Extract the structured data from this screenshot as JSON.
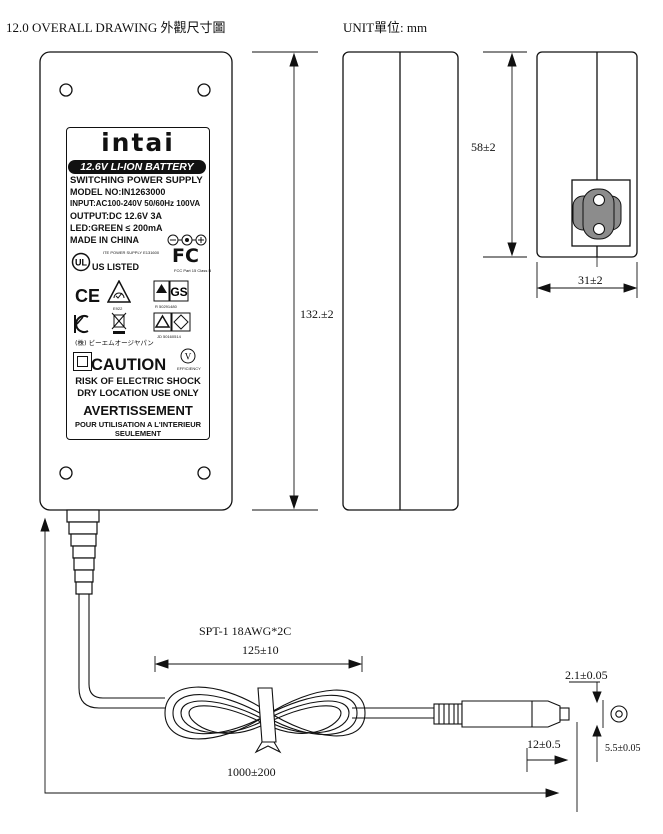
{
  "header": {
    "title": "12.0  OVERALL DRAWING 外觀尺寸圖",
    "unit": "UNIT單位: mm"
  },
  "label": {
    "brand": "intai",
    "battery_banner": "12.6V LI-ION BATTERY",
    "product_type": "SWITCHING POWER SUPPLY",
    "model": "MODEL NO:IN1263000",
    "input": "INPUT:AC100-240V 50/60Hz 100VA",
    "output": "OUTPUT:DC 12.6V 3A",
    "led": "LED:GREEN ≤ 200mA",
    "origin": "MADE IN CHINA",
    "ul_mark": "US LISTED",
    "ul_text": "ITE POWER SUPPLY E131600",
    "fcc_mark": "FC",
    "fcc_text": "FCC Part 15 Class B",
    "ce_mark": "CE",
    "rcm_code": "E922",
    "gs_code": "R 50291480",
    "pse_code": "JD 50160514",
    "jp_text": "(株) ビーエムオージヤパン",
    "caution": "CAUTION",
    "efficiency": "V",
    "efficiency_label": "EFFICIENCY",
    "risk": "RISK OF ELECTRIC SHOCK",
    "dry": "DRY LOCATION USE ONLY",
    "avert": "AVERTISSEMENT",
    "pour": "POUR UTILISATION A L'INTERIEUR",
    "seulement": "SEULEMENT"
  },
  "dimensions": {
    "length": "132.±2",
    "height": "58±2",
    "width": "31±2",
    "cable_spec": "SPT-1 18AWG*2C",
    "coil": "125±10",
    "cable_length": "1000±200",
    "pin": "2.1±0.05",
    "plug": "12±0.5",
    "barrel": "5.5±0.05"
  }
}
